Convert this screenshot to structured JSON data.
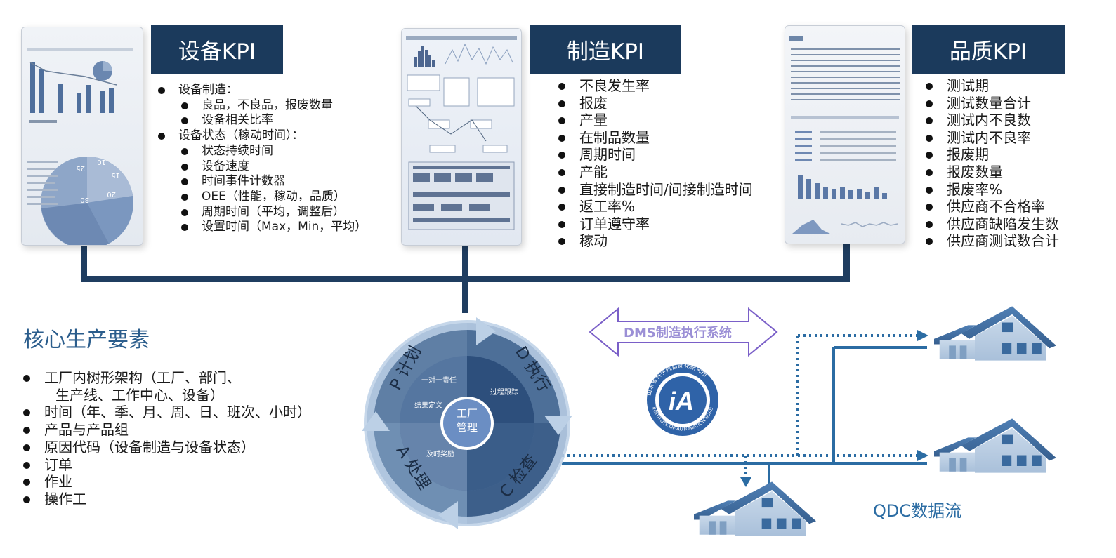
{
  "kpi": [
    {
      "title": "设备KPI",
      "items": [
        {
          "text": "设备制造：",
          "level": 0
        },
        {
          "text": "良品，不良品，报废数量",
          "level": 1
        },
        {
          "text": "设备相关比率",
          "level": 1
        },
        {
          "text": "设备状态（稼动时间）：",
          "level": 0
        },
        {
          "text": "状态持续时间",
          "level": 1
        },
        {
          "text": "设备速度",
          "level": 1
        },
        {
          "text": "时间事件计数器",
          "level": 1
        },
        {
          "text": "OEE（性能，稼动，品质）",
          "level": 1
        },
        {
          "text": "周期时间（平均，调整后）",
          "level": 1
        },
        {
          "text": "设置时间（Max，Min，平均）",
          "level": 1
        }
      ]
    },
    {
      "title": "制造KPI",
      "items": [
        "不良发生率",
        "报废",
        "产量",
        "在制品数量",
        "周期时间",
        "产能",
        "直接制造时间/间接制造时间",
        "返工率%",
        "订单遵守率",
        "稼动"
      ]
    },
    {
      "title": "品质KPI",
      "items": [
        "测试期",
        "测试数量合计",
        "测试内不良数",
        "测试内不良率",
        "报废期",
        "报废数量",
        "报废率%",
        "供应商不合格率",
        "供应商缺陷发生数",
        "供应商测试数合计"
      ]
    }
  ],
  "core": {
    "title": "核心生产要素",
    "items": [
      {
        "line1": "工厂内树形架构（工厂、部门、",
        "line2": "生产线、工作中心、设备）"
      },
      {
        "line1": "时间（年、季、月、周、日、班次、小时）"
      },
      {
        "line1": "产品与产品组"
      },
      {
        "line1": "原因代码（设备制造与设备状态）"
      },
      {
        "line1": "订单"
      },
      {
        "line1": "作业"
      },
      {
        "line1": "操作工"
      }
    ]
  },
  "pdca": {
    "center_line1": "工厂",
    "center_line2": "管理",
    "p": "P 计划",
    "d": "D 执行",
    "c": "C 检查",
    "a": "A 处理",
    "inner": [
      "一对一责任",
      "过程跟踪",
      "结果定义",
      "及时奖励"
    ]
  },
  "dms_label": "DMS制造执行系统",
  "logo": {
    "letters": "iA",
    "ring_top": "山东省科学院自动化研究所",
    "ring_bottom": "INSTITUTE OF AUTOMATION SDAS"
  },
  "qdc_label": "QDC数据流",
  "panel_labels": {
    "pie": [
      "10",
      "15",
      "20",
      "30",
      "25"
    ]
  },
  "colors": {
    "navy": "#1b3a5c",
    "connector": "#1f3d60",
    "flow": "#2b6ca3",
    "dms_arrow": "#7a5fc8",
    "house": "#5a84b5"
  }
}
